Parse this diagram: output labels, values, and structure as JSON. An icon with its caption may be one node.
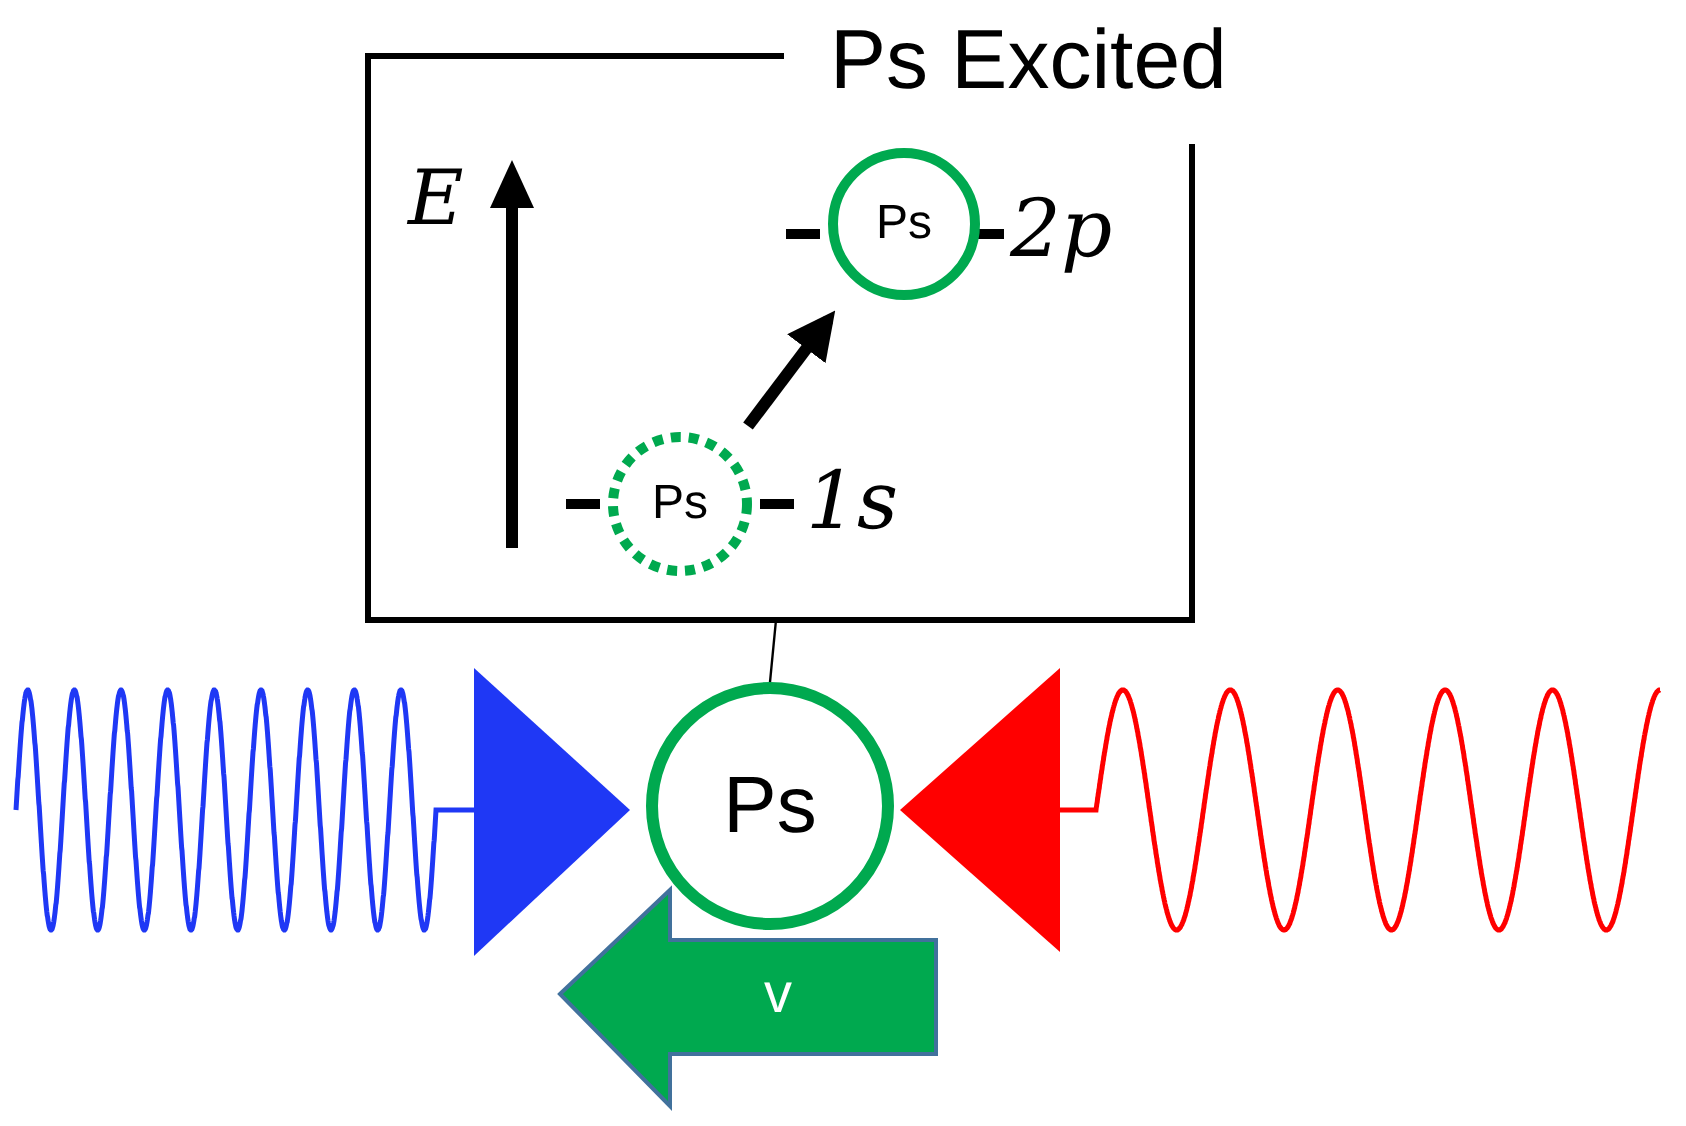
{
  "diagram": {
    "nodes": [
      {
        "text": [
          "Ps Excited"
        ]
      },
      {
        "text": [
          "Ps"
        ],
        "in": 0,
        "beside": [
          "1s"
        ]
      },
      {
        "text": [
          "Ps"
        ],
        "in": 0,
        "beside": [
          "2p"
        ]
      },
      {
        "text": [
          "Ps"
        ]
      },
      {
        "text": [],
        "shape": "triangle"
      },
      {
        "text": [],
        "shape": "triangle"
      },
      {
        "text": [
          "v"
        ]
      }
    ],
    "edges": [
      {
        "from": 1,
        "to": 2,
        "arrow": "to",
        "style": "thick"
      },
      {
        "from": 0,
        "to": 3,
        "arrow": "none"
      }
    ],
    "labels": [
      "E"
    ]
  }
}
